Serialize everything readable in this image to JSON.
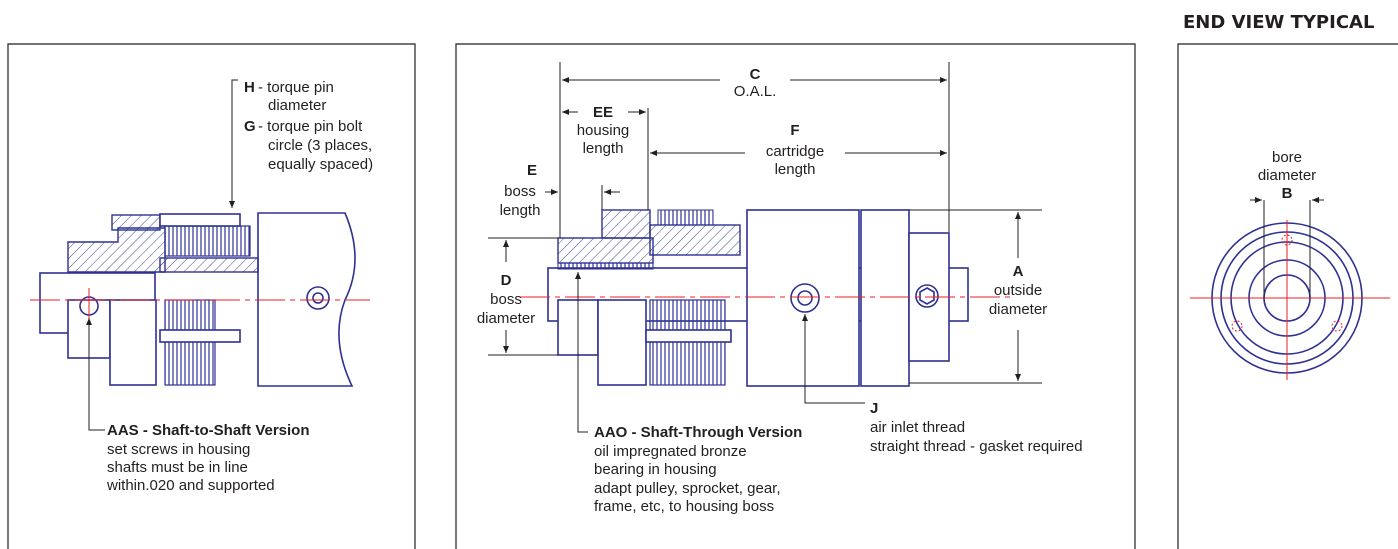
{
  "header": {
    "end_view_title": "END VIEW TYPICAL"
  },
  "left_panel": {
    "h_letter": "H",
    "h_text_1": "- torque pin",
    "h_text_2": "diameter",
    "g_letter": "G",
    "g_text_1": "- torque pin bolt",
    "g_text_2": "circle (3 places,",
    "g_text_3": "equally spaced)",
    "version_title": "AAS - Shaft-to-Shaft Version",
    "version_line_1": "set screws in housing",
    "version_line_2": "shafts must be in line",
    "version_line_3": "within.020 and supported"
  },
  "middle_panel": {
    "c_letter": "C",
    "c_text": "O.A.L.",
    "ee_letter": "EE",
    "ee_text_1": "housing",
    "ee_text_2": "length",
    "f_letter": "F",
    "f_text_1": "cartridge",
    "f_text_2": "length",
    "e_letter": "E",
    "e_text_1": "boss",
    "e_text_2": "length",
    "d_letter": "D",
    "d_text_1": "boss",
    "d_text_2": "diameter",
    "a_letter": "A",
    "a_text_1": "outside",
    "a_text_2": "diameter",
    "j_letter": "J",
    "j_text_1": "air inlet thread",
    "j_text_2": "straight thread - gasket required",
    "version_title": "AAO - Shaft-Through Version",
    "version_line_1": "oil impregnated bronze",
    "version_line_2": "bearing in housing",
    "version_line_3": "adapt pulley, sprocket, gear,",
    "version_line_4": "frame, etc, to housing boss"
  },
  "right_panel": {
    "b_text_1": "bore",
    "b_text_2": "diameter",
    "b_letter": "B"
  },
  "colors": {
    "outline": "#2e3192",
    "centerline": "#ed1c24",
    "text": "#231f20"
  }
}
